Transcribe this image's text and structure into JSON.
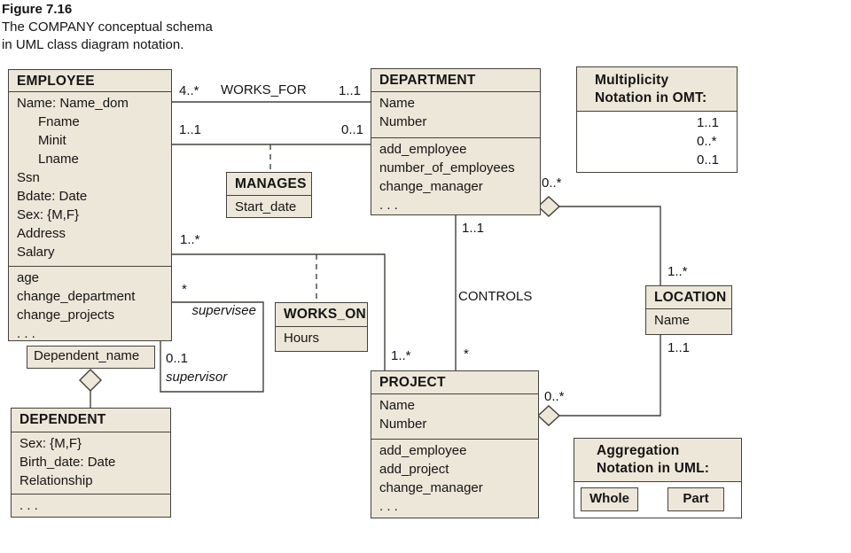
{
  "figure": {
    "label": "Figure 7.16",
    "caption_line1": "The COMPANY conceptual schema",
    "caption_line2": "in UML class diagram notation."
  },
  "colors": {
    "box_fill": "#ece7d9",
    "border": "#45413b",
    "text": "#141414"
  },
  "classes": {
    "employee": {
      "name": "EMPLOYEE",
      "attributes": [
        "Name: Name_dom",
        "Fname",
        "Minit",
        "Lname",
        "Ssn",
        "Bdate: Date",
        "Sex: {M,F}",
        "Address",
        "Salary"
      ],
      "operations": [
        "age",
        "change_department",
        "change_projects",
        ". . ."
      ]
    },
    "department": {
      "name": "DEPARTMENT",
      "attributes": [
        "Name",
        "Number"
      ],
      "operations": [
        "add_employee",
        "number_of_employees",
        "change_manager",
        ". . ."
      ]
    },
    "project": {
      "name": "PROJECT",
      "attributes": [
        "Name",
        "Number"
      ],
      "operations": [
        "add_employee",
        "add_project",
        "change_manager",
        ". . ."
      ]
    },
    "dependent": {
      "name": "DEPENDENT",
      "attributes": [
        "Sex: {M,F}",
        "Birth_date: Date",
        "Relationship"
      ],
      "operations": [
        ". . ."
      ]
    },
    "location": {
      "name": "LOCATION",
      "attributes": [
        "Name"
      ]
    }
  },
  "association_classes": {
    "manages": {
      "name": "MANAGES",
      "attribute": "Start_date"
    },
    "works_on": {
      "name": "WORKS_ON",
      "attribute": "Hours"
    }
  },
  "qualifier": {
    "label": "Dependent_name"
  },
  "associations": {
    "works_for": {
      "name": "WORKS_FOR",
      "employee_mult": "4..*",
      "department_mult": "1..1"
    },
    "manages": {
      "employee_mult": "1..1",
      "department_mult": "0..1"
    },
    "works_on": {
      "employee_mult": "1..*",
      "project_mult": "1..*"
    },
    "controls": {
      "name": "CONTROLS",
      "department_mult": "1..1",
      "project_mult": "*"
    },
    "supervision": {
      "supervisee_mult": "*",
      "supervisee_role": "supervisee",
      "supervisor_mult": "0..1",
      "supervisor_role": "supervisor"
    },
    "dept_locations": {
      "department_mult": "0..*",
      "location_mult": "1..*"
    },
    "project_location": {
      "project_mult": "0..*",
      "location_mult": "1..1"
    }
  },
  "legend_multiplicity": {
    "title_line1": "Multiplicity",
    "title_line2": "Notation in OMT:",
    "rows": [
      {
        "label": "1..1"
      },
      {
        "label": "0..*"
      },
      {
        "label": "0..1"
      }
    ]
  },
  "legend_aggregation": {
    "title_line1": "Aggregation",
    "title_line2": "Notation in UML:",
    "whole": "Whole",
    "part": "Part"
  }
}
